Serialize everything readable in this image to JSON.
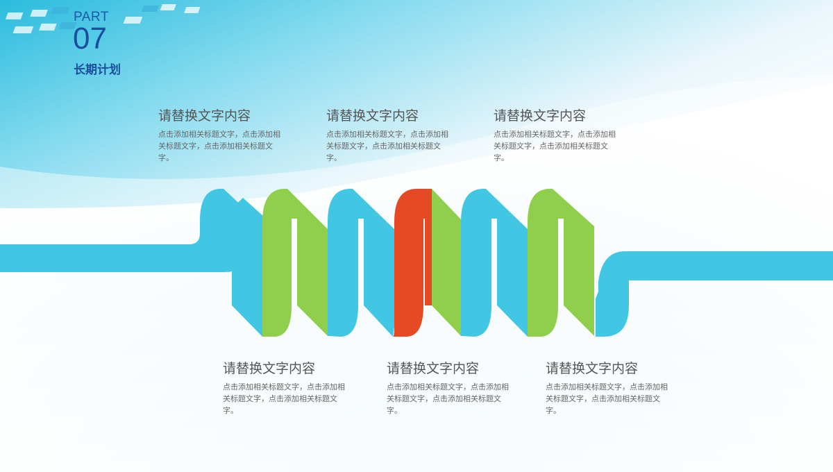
{
  "part": {
    "label": "PART",
    "number": "07",
    "title": "长期计划"
  },
  "items_top": [
    {
      "title": "请替换文字内容",
      "text": "点击添加相关标题文字，点击添加相关标题文字，点击添加相关标题文字。"
    },
    {
      "title": "请替换文字内容",
      "text": "点击添加相关标题文字，点击添加相关标题文字，点击添加相关标题文字。"
    },
    {
      "title": "请替换文字内容",
      "text": "点击添加相关标题文字，点击添加相关标题文字，点击添加相关标题文字。"
    }
  ],
  "items_bottom": [
    {
      "title": "请替换文字内容",
      "text": "点击添加相关标题文字，点击添加相关标题文字，点击添加相关标题文字。"
    },
    {
      "title": "请替换文字内容",
      "text": "点击添加相关标题文字，点击添加相关标题文字，点击添加相关标题文字。"
    },
    {
      "title": "请替换文字内容",
      "text": "点击添加相关标题文字，点击添加相关标题文字，点击添加相关标题文字。"
    }
  ],
  "colors": {
    "blue": "#41c7e3",
    "green": "#8fcf4b",
    "red": "#e54a25",
    "title_blue": "#1a4f9c"
  }
}
